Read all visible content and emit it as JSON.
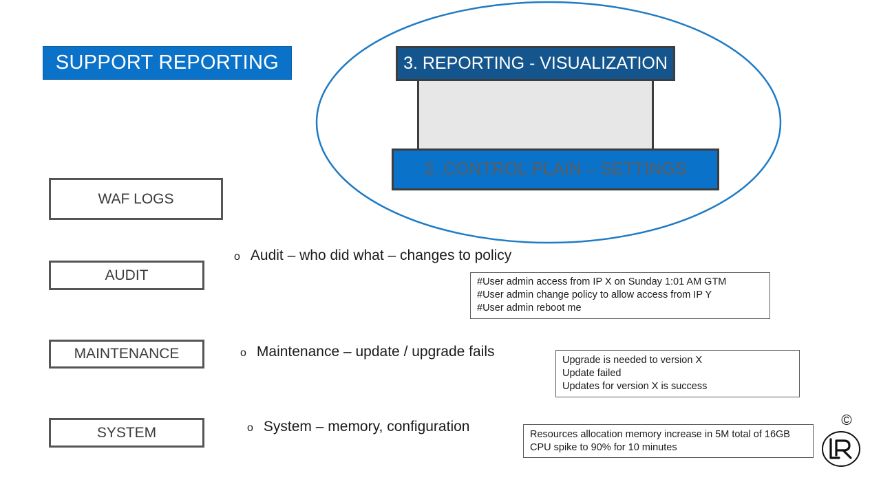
{
  "title": "SUPPORT REPORTING",
  "stack": {
    "top_label": "3. REPORTING - VISUALIZATION",
    "bottom_label": "2. CONTROL PLAIN – SETTINGS"
  },
  "categories": {
    "waf_logs": "WAF LOGS",
    "audit": "AUDIT",
    "maintenance": "MAINTENANCE",
    "system": "SYSTEM"
  },
  "bullets": {
    "marker": "o",
    "audit": "Audit – who did what – changes to policy",
    "maintenance": "Maintenance – update / upgrade fails",
    "system": "System – memory, configuration"
  },
  "logs": {
    "audit": [
      "#User admin access from IP X on Sunday 1:01 AM GTM",
      "#User admin change policy to allow access  from IP Y",
      "#User admin reboot me"
    ],
    "maintenance": [
      "Upgrade is needed to version X",
      "Update failed",
      "Updates for version X is success"
    ],
    "system": [
      "Resources  allocation memory increase  in 5M total of 16GB",
      "CPU spike to 90% for 10 minutes"
    ]
  },
  "logo": {
    "copyright_symbol": "©",
    "icon": "lr-logo-icon"
  },
  "colors": {
    "title_blue": "#0b72c9",
    "reporting_dark_blue": "#13558c",
    "ellipse_blue": "#1f7bc4",
    "middle_gray": "#e7e7e7"
  }
}
